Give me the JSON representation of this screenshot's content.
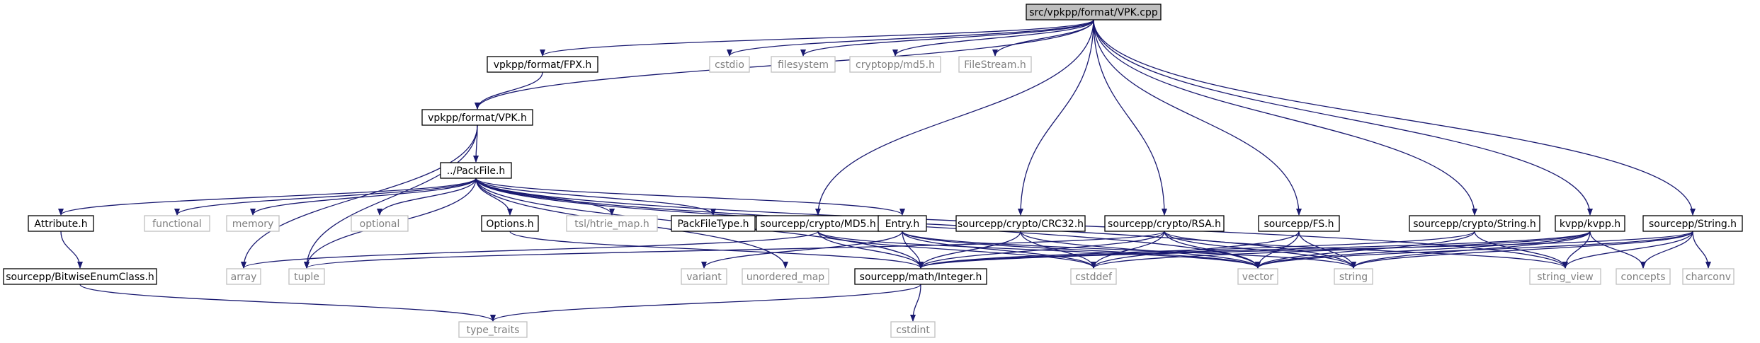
{
  "graph": {
    "colors": {
      "edge": "#191970",
      "root_fill": "#bfbfbf",
      "node_fill": "#ffffff",
      "node_border": "#000000",
      "external_border": "#bfbfbf",
      "external_text": "#808080"
    },
    "nodes": [
      {
        "id": "vpk_cpp",
        "label": "src/vpkpp/format/VPK.cpp",
        "kind": "root"
      },
      {
        "id": "fpx_h",
        "label": "vpkpp/format/FPX.h",
        "kind": "internal"
      },
      {
        "id": "cstdio",
        "label": "cstdio",
        "kind": "external"
      },
      {
        "id": "filesystem",
        "label": "filesystem",
        "kind": "external"
      },
      {
        "id": "md5_cryptopp",
        "label": "cryptopp/md5.h",
        "kind": "external"
      },
      {
        "id": "filestream",
        "label": "FileStream.h",
        "kind": "external"
      },
      {
        "id": "vpk_h",
        "label": "vpkpp/format/VPK.h",
        "kind": "internal"
      },
      {
        "id": "packfile_h",
        "label": "../PackFile.h",
        "kind": "internal"
      },
      {
        "id": "attribute_h",
        "label": "Attribute.h",
        "kind": "internal"
      },
      {
        "id": "functional",
        "label": "functional",
        "kind": "external"
      },
      {
        "id": "memory",
        "label": "memory",
        "kind": "external"
      },
      {
        "id": "optional",
        "label": "optional",
        "kind": "external"
      },
      {
        "id": "options_h",
        "label": "Options.h",
        "kind": "internal"
      },
      {
        "id": "htrie_map",
        "label": "tsl/htrie_map.h",
        "kind": "external"
      },
      {
        "id": "packfiletype_h",
        "label": "PackFileType.h",
        "kind": "internal"
      },
      {
        "id": "crypto_md5",
        "label": "sourcepp/crypto/MD5.h",
        "kind": "internal"
      },
      {
        "id": "entry_h",
        "label": "Entry.h",
        "kind": "internal"
      },
      {
        "id": "crypto_crc32",
        "label": "sourcepp/crypto/CRC32.h",
        "kind": "internal"
      },
      {
        "id": "crypto_rsa",
        "label": "sourcepp/crypto/RSA.h",
        "kind": "internal"
      },
      {
        "id": "fs_h",
        "label": "sourcepp/FS.h",
        "kind": "internal"
      },
      {
        "id": "crypto_string",
        "label": "sourcepp/crypto/String.h",
        "kind": "internal"
      },
      {
        "id": "kvpp_h",
        "label": "kvpp/kvpp.h",
        "kind": "internal"
      },
      {
        "id": "sp_string",
        "label": "sourcepp/String.h",
        "kind": "internal"
      },
      {
        "id": "bitwise_h",
        "label": "sourcepp/BitwiseEnumClass.h",
        "kind": "internal"
      },
      {
        "id": "array",
        "label": "array",
        "kind": "external"
      },
      {
        "id": "tuple",
        "label": "tuple",
        "kind": "external"
      },
      {
        "id": "variant",
        "label": "variant",
        "kind": "external"
      },
      {
        "id": "unordered_map",
        "label": "unordered_map",
        "kind": "external"
      },
      {
        "id": "integer_h",
        "label": "sourcepp/math/Integer.h",
        "kind": "internal"
      },
      {
        "id": "cstddef",
        "label": "cstddef",
        "kind": "external"
      },
      {
        "id": "vector",
        "label": "vector",
        "kind": "external"
      },
      {
        "id": "string",
        "label": "string",
        "kind": "external"
      },
      {
        "id": "string_view",
        "label": "string_view",
        "kind": "external"
      },
      {
        "id": "concepts",
        "label": "concepts",
        "kind": "external"
      },
      {
        "id": "charconv",
        "label": "charconv",
        "kind": "external"
      },
      {
        "id": "type_traits",
        "label": "type_traits",
        "kind": "external"
      },
      {
        "id": "cstdint",
        "label": "cstdint",
        "kind": "external"
      }
    ],
    "edges": [
      [
        "vpk_cpp",
        "fpx_h"
      ],
      [
        "vpk_cpp",
        "cstdio"
      ],
      [
        "vpk_cpp",
        "filesystem"
      ],
      [
        "vpk_cpp",
        "md5_cryptopp"
      ],
      [
        "vpk_cpp",
        "filestream"
      ],
      [
        "vpk_cpp",
        "vpk_h"
      ],
      [
        "vpk_cpp",
        "crypto_md5"
      ],
      [
        "vpk_cpp",
        "crypto_crc32"
      ],
      [
        "vpk_cpp",
        "crypto_rsa"
      ],
      [
        "vpk_cpp",
        "fs_h"
      ],
      [
        "vpk_cpp",
        "crypto_string"
      ],
      [
        "vpk_cpp",
        "kvpp_h"
      ],
      [
        "vpk_cpp",
        "sp_string"
      ],
      [
        "fpx_h",
        "vpk_h"
      ],
      [
        "vpk_h",
        "packfile_h"
      ],
      [
        "vpk_h",
        "array"
      ],
      [
        "vpk_h",
        "tuple"
      ],
      [
        "packfile_h",
        "attribute_h"
      ],
      [
        "packfile_h",
        "functional"
      ],
      [
        "packfile_h",
        "memory"
      ],
      [
        "packfile_h",
        "optional"
      ],
      [
        "packfile_h",
        "options_h"
      ],
      [
        "packfile_h",
        "htrie_map"
      ],
      [
        "packfile_h",
        "packfiletype_h"
      ],
      [
        "packfile_h",
        "entry_h"
      ],
      [
        "packfile_h",
        "tuple"
      ],
      [
        "packfile_h",
        "unordered_map"
      ],
      [
        "packfile_h",
        "integer_h"
      ],
      [
        "packfile_h",
        "vector"
      ],
      [
        "packfile_h",
        "string"
      ],
      [
        "packfile_h",
        "string_view"
      ],
      [
        "attribute_h",
        "bitwise_h"
      ],
      [
        "bitwise_h",
        "type_traits"
      ],
      [
        "options_h",
        "integer_h"
      ],
      [
        "crypto_md5",
        "array"
      ],
      [
        "crypto_md5",
        "integer_h"
      ],
      [
        "crypto_md5",
        "cstddef"
      ],
      [
        "crypto_md5",
        "vector"
      ],
      [
        "entry_h",
        "variant"
      ],
      [
        "entry_h",
        "integer_h"
      ],
      [
        "entry_h",
        "cstddef"
      ],
      [
        "entry_h",
        "vector"
      ],
      [
        "entry_h",
        "string"
      ],
      [
        "crypto_crc32",
        "integer_h"
      ],
      [
        "crypto_crc32",
        "cstddef"
      ],
      [
        "crypto_crc32",
        "vector"
      ],
      [
        "crypto_rsa",
        "tuple"
      ],
      [
        "crypto_rsa",
        "integer_h"
      ],
      [
        "crypto_rsa",
        "cstddef"
      ],
      [
        "crypto_rsa",
        "vector"
      ],
      [
        "crypto_rsa",
        "string"
      ],
      [
        "crypto_rsa",
        "string_view"
      ],
      [
        "fs_h",
        "cstddef"
      ],
      [
        "fs_h",
        "vector"
      ],
      [
        "fs_h",
        "string"
      ],
      [
        "crypto_string",
        "integer_h"
      ],
      [
        "crypto_string",
        "vector"
      ],
      [
        "crypto_string",
        "string_view"
      ],
      [
        "kvpp_h",
        "integer_h"
      ],
      [
        "kvpp_h",
        "cstddef"
      ],
      [
        "kvpp_h",
        "vector"
      ],
      [
        "kvpp_h",
        "string"
      ],
      [
        "kvpp_h",
        "string_view"
      ],
      [
        "kvpp_h",
        "concepts"
      ],
      [
        "sp_string",
        "integer_h"
      ],
      [
        "sp_string",
        "vector"
      ],
      [
        "sp_string",
        "string"
      ],
      [
        "sp_string",
        "string_view"
      ],
      [
        "sp_string",
        "concepts"
      ],
      [
        "sp_string",
        "charconv"
      ],
      [
        "integer_h",
        "type_traits"
      ],
      [
        "integer_h",
        "cstdint"
      ]
    ]
  }
}
